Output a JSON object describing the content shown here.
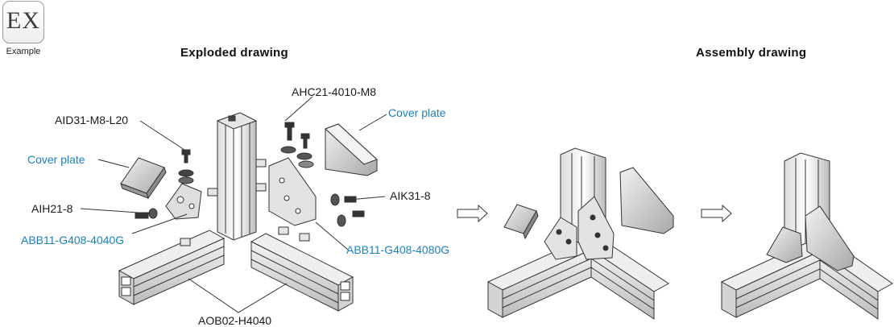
{
  "badge": {
    "text": "EX",
    "caption": "Example"
  },
  "headings": {
    "exploded": "Exploded drawing",
    "assembly": "Assembly drawing"
  },
  "labels": {
    "ahc": "AHC21-4010-M8",
    "aid": "AID31-M8-L20",
    "cover_left": "Cover plate",
    "cover_right": "Cover plate",
    "aih": "AIH21-8",
    "abb_4040": "ABB11-G408-4040G",
    "aik": "AIK31-8",
    "abb_4080": "ABB11-G408-4080G",
    "aob": "AOB02-H4040"
  },
  "colors": {
    "label_black": "#1a1a1a",
    "label_blue": "#1e80b8",
    "line": "#333333"
  }
}
